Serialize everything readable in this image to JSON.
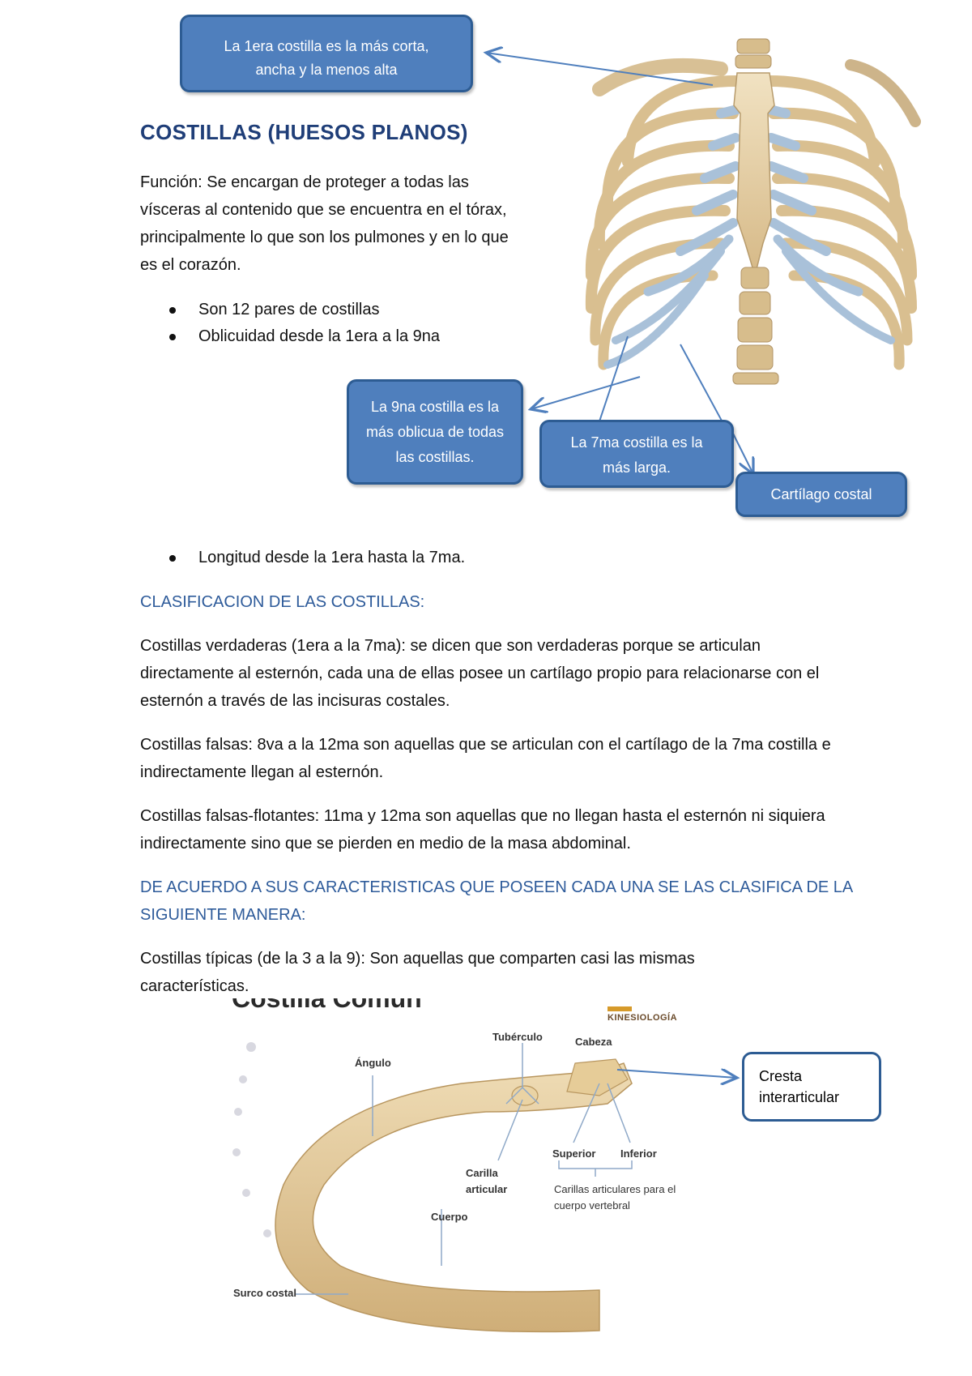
{
  "callouts": {
    "first_rib": "La 1era costilla es la más corta, ancha y la menos alta",
    "ninth_rib": "La 9na costilla es la más oblicua de todas las costillas.",
    "seventh_rib": "La 7ma costilla es la más larga.",
    "costal_cartilage": "Cartílago costal",
    "crest": "Cresta interarticular"
  },
  "title": "COSTILLAS (HUESOS PLANOS)",
  "function_text": "Función: Se encargan de proteger a todas las vísceras al contenido que se encuentra en el tórax, principalmente lo que son los pulmones y en lo que es el corazón.",
  "bullets_top": [
    "Son 12 pares de costillas",
    "Oblicuidad desde la 1era a la 9na"
  ],
  "bullet_length": "Longitud desde la 1era hasta la 7ma.",
  "classification_title": "CLASIFICACION DE LAS COSTILLAS:",
  "true_ribs": "Costillas verdaderas (1era a la 7ma): se dicen que son verdaderas porque se articulan directamente al esternón, cada una de ellas posee un cartílago propio para relacionarse con el esternón a través de las incisuras costales.",
  "false_ribs": "Costillas falsas: 8va a la 12ma son aquellas que se articulan con el cartílago de la 7ma costilla e indirectamente llegan al esternón.",
  "floating_ribs": "Costillas falsas-flotantes: 11ma y 12ma son aquellas que no llegan hasta el esternón ni siquiera indirectamente sino que se pierden en medio de la masa abdominal.",
  "characteristics_title": "DE ACUERDO A SUS CARACTERISTICAS QUE POSEEN CADA UNA SE LAS CLASIFICA DE LA SIGUIENTE MANERA:",
  "typical_ribs": "Costillas típicas (de la 3 a la 9): Son aquellas que comparten casi las mismas características.",
  "rib_figure": {
    "title": "Costilla Común",
    "logo": "KINESIOLOGÍA",
    "labels": {
      "tuberculo": "Tubérculo",
      "cabeza": "Cabeza",
      "angulo": "Ángulo",
      "superior": "Superior",
      "inferior": "Inferior",
      "carilla": "Carilla articular",
      "carillas_cuerpo": "Carillas articulares para el cuerpo vertebral",
      "cuerpo": "Cuerpo",
      "surco": "Surco costal"
    }
  },
  "colors": {
    "callout_fill": "#4f7fbd",
    "callout_border": "#2d5c93",
    "title_blue": "#1f3e78",
    "section_blue": "#2e5b9a",
    "bone": "#e8d3a8",
    "cartilage": "#a9c1d9"
  }
}
